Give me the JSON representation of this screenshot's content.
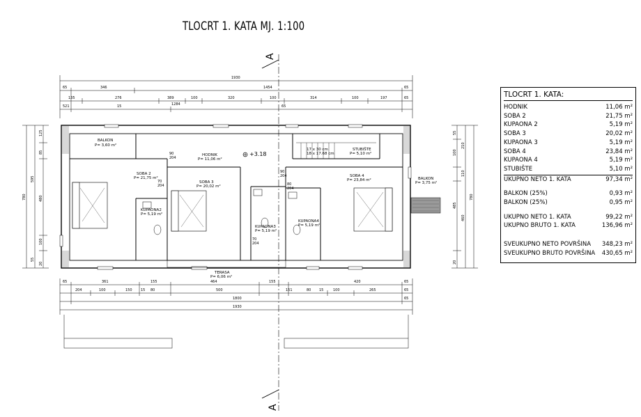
{
  "title": "TLOCRT 1. KATA  MJ. 1:100",
  "section_marker": "A",
  "level_mark": "+3.18",
  "stair_note": [
    "17 x 30 cm",
    "18 x 17.68 cm"
  ],
  "rooms": [
    {
      "name": "BALKON",
      "area": "P= 3,60 m²"
    },
    {
      "name": "SOBA 2",
      "area": "P= 21,75 m²"
    },
    {
      "name": "KUPAONA2",
      "area": "P= 5,19 m²"
    },
    {
      "name": "HODNIK",
      "area": "P= 11,06 m²"
    },
    {
      "name": "SOBA 3",
      "area": "P= 20,02 m²"
    },
    {
      "name": "KUPAONA3",
      "area": "P= 5,19 m²"
    },
    {
      "name": "STUBIŠTE",
      "area": "P= 5,10 m²"
    },
    {
      "name": "SOBA 4",
      "area": "P= 23,84 m²"
    },
    {
      "name": "KUPAONA4",
      "area": "P= 5,19 m²"
    },
    {
      "name": "BALKON",
      "area": "P= 3,75 m²"
    },
    {
      "name": "TERASA",
      "area": "P= 6,06 m²"
    }
  ],
  "dims_top": [
    "1930",
    "65",
    "346",
    "1454",
    "65",
    "135",
    "276",
    "389",
    "100",
    "320",
    "100",
    "314",
    "100",
    "197",
    "65",
    "521",
    "15",
    "1284",
    "65"
  ],
  "dims_bottom": [
    "65",
    "361",
    "155",
    "464",
    "155",
    "420",
    "65",
    "204",
    "100",
    "150",
    "15",
    "80",
    "500",
    "151",
    "80",
    "15",
    "100",
    "265",
    "65",
    "1800",
    "65",
    "1930"
  ],
  "dims_left": [
    "125",
    "85",
    "595",
    "480",
    "780",
    "100",
    "55",
    "20"
  ],
  "dims_right": [
    "55",
    "210",
    "100",
    "110",
    "485",
    "460",
    "780",
    "20"
  ],
  "door_labels": [
    "90",
    "204",
    "70",
    "204",
    "90",
    "204",
    "70",
    "204",
    "80",
    "204"
  ],
  "legend": {
    "heading": "TLOCRT 1. KATA:",
    "rooms": [
      {
        "label": "HODNIK",
        "value": "11,06 m²"
      },
      {
        "label": "SOBA 2",
        "value": "21,75 m²"
      },
      {
        "label": "KUPAONA 2",
        "value": "5,19 m²"
      },
      {
        "label": "SOBA 3",
        "value": "20,02 m²"
      },
      {
        "label": "KUPAONA 3",
        "value": "5,19 m²"
      },
      {
        "label": "SOBA 4",
        "value": "23,84 m²"
      },
      {
        "label": "KUPAONA 4",
        "value": "5,19 m²"
      },
      {
        "label": "STUBIŠTE",
        "value": "5,10 m²"
      }
    ],
    "neto_label": "UKUPNO NETO 1. KATA",
    "neto_value": "97,34 m²",
    "balkon": [
      {
        "label": "BALKON (25%)",
        "value": "0,93 m²"
      },
      {
        "label": "BALKON (25%)",
        "value": "0,95 m²"
      }
    ],
    "totals": [
      {
        "label": "UKUPNO NETO 1. KATA",
        "value": "99,22 m²"
      },
      {
        "label": "UKUPNO BRUTO 1. KATA",
        "value": "136,96 m²"
      }
    ],
    "grand": [
      {
        "label": "SVEUKUPNO NETO POVRŠINA",
        "value": "348,23 m²"
      },
      {
        "label": "SVEUKUPNO BRUTO POVRŠINA",
        "value": "430,65 m²"
      }
    ]
  }
}
